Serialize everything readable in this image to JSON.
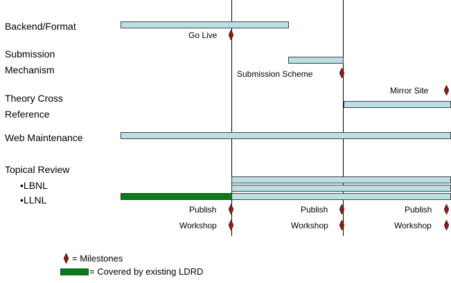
{
  "rows": {
    "backend_format": "Backend/Format",
    "submission_1": "Submission",
    "submission_2": "Mechanism",
    "theory_1": "Theory Cross",
    "theory_2": "Reference",
    "web_maintenance": "Web Maintenance",
    "topical_review": "Topical Review",
    "lbnl": "•LBNL",
    "llnl": "•LLNL"
  },
  "milestones": {
    "go_live": "Go Live",
    "submission_scheme": "Submission Scheme",
    "mirror_site": "Mirror Site",
    "publish": "Publish",
    "workshop": "Workshop"
  },
  "legend": {
    "milestones": "= Milestones",
    "ldrd": "= Covered by existing LDRD"
  },
  "colors": {
    "bar_fill": "#b9e0e4",
    "bar_ldrd": "#0d7a1b",
    "milestone_marker": "#8b1a1a"
  }
}
